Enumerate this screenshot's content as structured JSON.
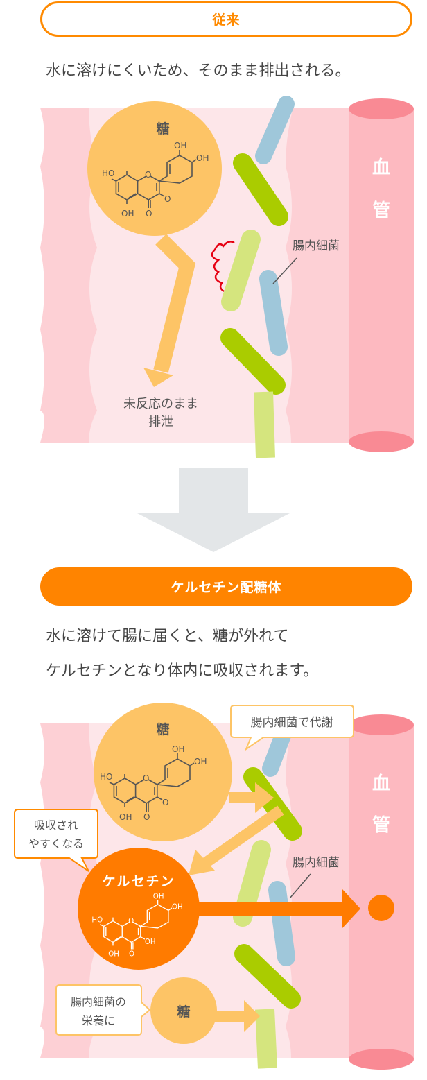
{
  "conventional": {
    "pill_label": "従来",
    "description": "水に溶けにくいため、そのまま排出される。",
    "sugar_label": "糖",
    "excreted_label_1": "未反応のまま",
    "excreted_label_2": "排泄",
    "bacteria_label": "腸内細菌",
    "vessel_1": "血",
    "vessel_2": "管"
  },
  "glycoside": {
    "pill_label": "ケルセチン配糖体",
    "description_1": "水に溶けて腸に届くと、糖が外れて",
    "description_2": "ケルセチンとなり体内に吸収されます。",
    "sugar_label": "糖",
    "metabolize_callout": "腸内細菌で代謝",
    "absorb_callout_1": "吸収され",
    "absorb_callout_2": "やすくなる",
    "quercetin_label": "ケルセチン",
    "bacteria_label": "腸内細菌",
    "nutrient_callout_1": "腸内細菌の",
    "nutrient_callout_2": "栄養に",
    "small_sugar_label": "糖",
    "vessel_1": "血",
    "vessel_2": "管"
  },
  "molecule": {
    "ho": "HO",
    "oh": "OH",
    "o": "O"
  },
  "colors": {
    "orange": "#ff8400",
    "sugar": "#fdc466",
    "green": "#aacc00",
    "light_green": "#d5e57e",
    "blue": "#9fc7da",
    "vessel": "#fdb9c0"
  }
}
